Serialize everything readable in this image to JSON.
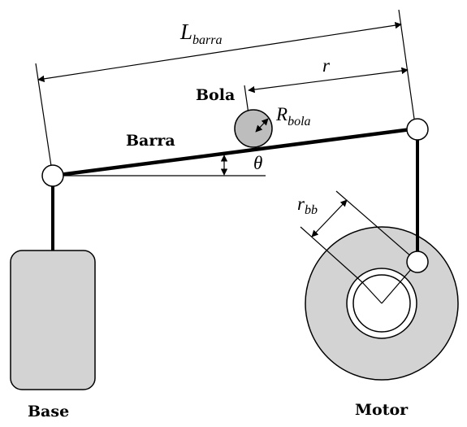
{
  "labels": {
    "base": "Base",
    "motor": "Motor",
    "barra": "Barra",
    "bola": "Bola",
    "l_barra_main": "L",
    "l_barra_sub": "barra",
    "r": "r",
    "r_bola_main": "R",
    "r_bola_sub": "bola",
    "theta": "θ",
    "r_bb_main": "r",
    "r_bb_sub": "bb"
  },
  "colors": {
    "fill_gray": "#d3d3d3",
    "ball_gray": "#bdbdbd",
    "stroke": "#000000",
    "background": "#ffffff"
  }
}
